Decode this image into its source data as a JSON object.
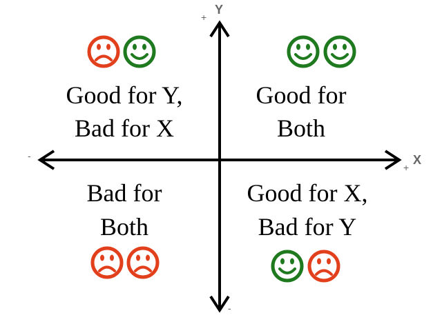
{
  "axes": {
    "y_label": "Y",
    "x_label": "X",
    "y_plus": "+",
    "y_minus": "-",
    "x_plus": "+",
    "x_minus": "-"
  },
  "colors": {
    "happy": "#1f7a1f",
    "sad": "#e2401c",
    "axis": "#000000"
  },
  "quadrants": {
    "top_left": {
      "line1": "Good for Y,",
      "line2": "Bad for X",
      "faces": [
        "sad",
        "happy"
      ]
    },
    "top_right": {
      "line1": "Good for",
      "line2": "Both",
      "faces": [
        "happy",
        "happy"
      ]
    },
    "bottom_left": {
      "line1": "Bad for",
      "line2": "Both",
      "faces": [
        "sad",
        "sad"
      ]
    },
    "bottom_right": {
      "line1": "Good for X,",
      "line2": "Bad for Y",
      "faces": [
        "happy",
        "sad"
      ]
    }
  }
}
